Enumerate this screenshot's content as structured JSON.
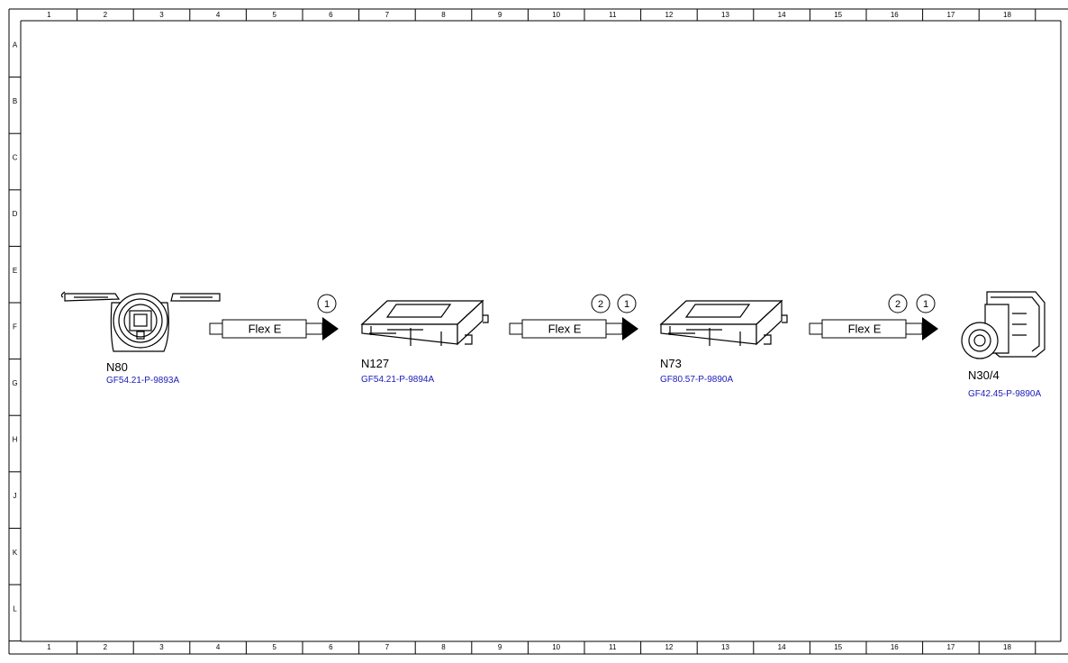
{
  "frame": {
    "columns": [
      "1",
      "2",
      "3",
      "4",
      "5",
      "6",
      "7",
      "8",
      "9",
      "10",
      "11",
      "12",
      "13",
      "14",
      "15",
      "16",
      "17",
      "18"
    ],
    "rows": [
      "A",
      "B",
      "C",
      "D",
      "E",
      "F",
      "G",
      "H",
      "J",
      "K",
      "L"
    ]
  },
  "components": [
    {
      "id": "N80",
      "label": "N80",
      "ref": "GF54.21-P-9893A",
      "icon": "steering-column-switch-icon"
    },
    {
      "id": "N127",
      "label": "N127",
      "ref": "GF54.21-P-9894A",
      "icon": "control-unit-icon"
    },
    {
      "id": "N73",
      "label": "N73",
      "ref": "GF80.57-P-9890A",
      "icon": "control-unit-icon"
    },
    {
      "id": "N30_4",
      "label": "N30/4",
      "ref": "GF42.45-P-9890A",
      "icon": "abs-unit-icon"
    }
  ],
  "connections": [
    {
      "label": "Flex E",
      "badges": [
        "1"
      ]
    },
    {
      "label": "Flex E",
      "badges": [
        "2",
        "1"
      ]
    },
    {
      "label": "Flex E",
      "badges": [
        "2",
        "1"
      ]
    }
  ],
  "colors": {
    "link": "#1a1ab8",
    "line": "#000000"
  }
}
